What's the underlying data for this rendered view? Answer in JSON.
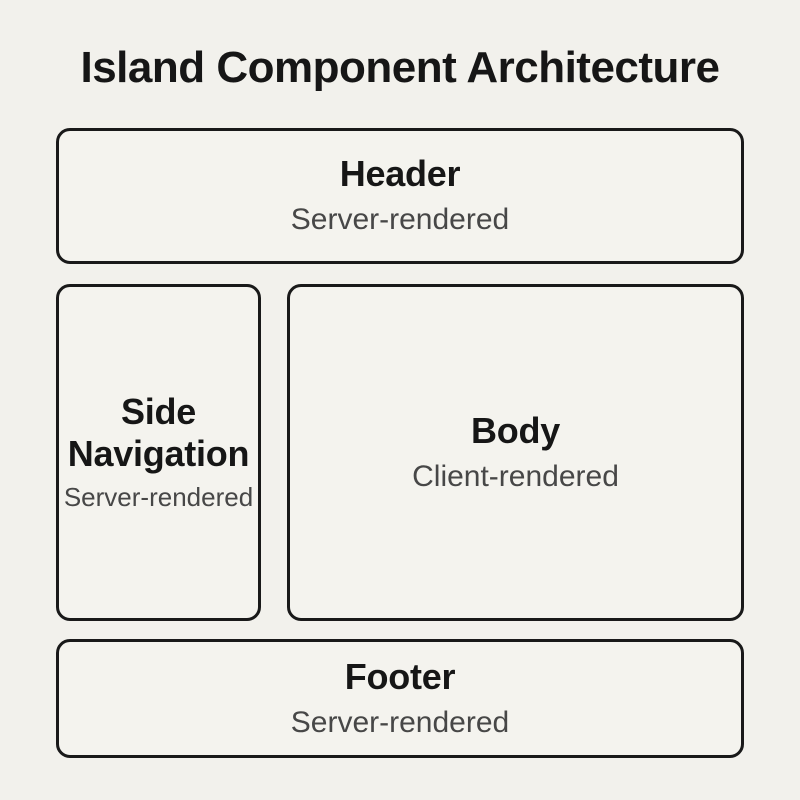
{
  "title": "Island Component Architecture",
  "boxes": {
    "header": {
      "label": "Header",
      "render_mode": "Server-rendered"
    },
    "side_nav": {
      "label": "Side Navigation",
      "render_mode": "Server-rendered"
    },
    "body": {
      "label": "Body",
      "render_mode": "Client-rendered"
    },
    "footer": {
      "label": "Footer",
      "render_mode": "Server-rendered"
    }
  },
  "colors": {
    "background": "#f2f1ec",
    "box_fill": "#f4f3ee",
    "border": "#191919",
    "title_text": "#161616",
    "subtitle_text": "#474747"
  }
}
